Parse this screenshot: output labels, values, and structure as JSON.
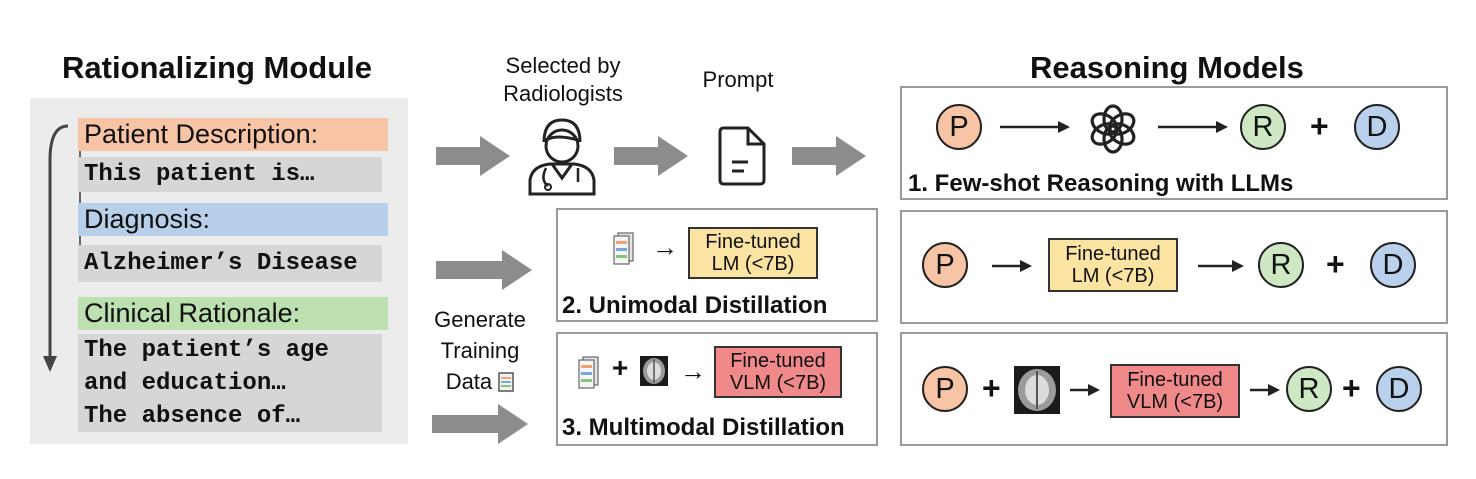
{
  "left": {
    "title": "Rationalizing Module",
    "patient_desc_header": "Patient Description:",
    "patient_desc_text": "This patient is…",
    "diagnosis_header": "Diagnosis:",
    "diagnosis_text": "Alzheimer’s Disease",
    "rationale_header": "Clinical Rationale:",
    "rationale_lines": [
      "The patient’s age",
      "and education…",
      "The absence of…"
    ]
  },
  "middle": {
    "selected_by_line1": "Selected by",
    "selected_by_line2": "Radiologists",
    "prompt": "Prompt",
    "generate_line1": "Generate",
    "generate_line2": "Training",
    "generate_line3": "Data",
    "unimodal_model_line1": "Fine-tuned",
    "unimodal_model_line2": "LM (<7B)",
    "unimodal_caption": "2. Unimodal Distillation",
    "multimodal_model_line1": "Fine-tuned",
    "multimodal_model_line2": "VLM (<7B)",
    "multimodal_caption": "3. Multimodal Distillation"
  },
  "right": {
    "title": "Reasoning Models",
    "row1_caption": "1. Few-shot Reasoning with LLMs",
    "circle_p": "P",
    "circle_r": "R",
    "circle_d": "D",
    "plus": "+",
    "arrow": "→",
    "row2_model_line1": "Fine-tuned",
    "row2_model_line2": "LM (<7B)",
    "row3_model_line1": "Fine-tuned",
    "row3_model_line2": "VLM (<7B)"
  },
  "colors": {
    "patient_orange": "#f7c4a5",
    "diagnosis_blue": "#b7cfe9",
    "rationale_green": "#bde0b0",
    "lm_yellow": "#fbe3a2",
    "vlm_red": "#f08a8a",
    "circle_p": "#f7c4a5",
    "circle_r": "#cfe8c4",
    "circle_d": "#b9d1ec",
    "block_arrow": "#8c8c8c"
  }
}
